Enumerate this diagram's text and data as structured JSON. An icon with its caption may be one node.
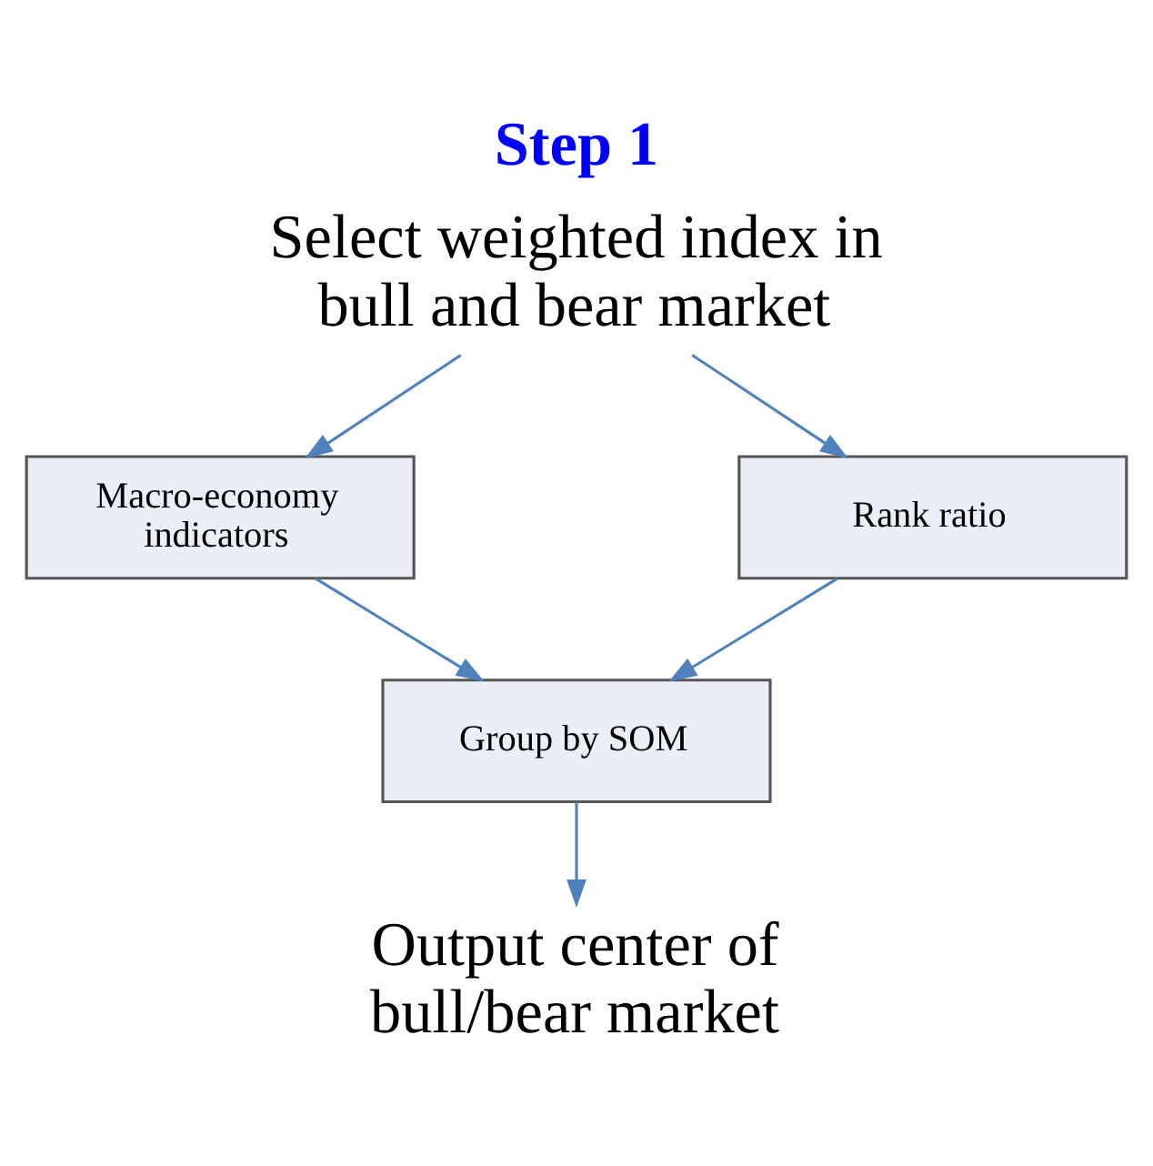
{
  "diagram": {
    "title": "Step 1",
    "nodes": [
      {
        "text": [
          "Select weighted index in bull and bear market"
        ]
      },
      {
        "text": [
          "Macro-economy indicators"
        ]
      },
      {
        "text": [
          "Rank ratio"
        ]
      },
      {
        "text": [
          "Group by SOM"
        ]
      },
      {
        "text": [
          "Output center of bull/bear market"
        ]
      }
    ],
    "edges": [
      {
        "from": 0,
        "to": 1,
        "arrow": "to"
      },
      {
        "from": 0,
        "to": 2,
        "arrow": "to"
      },
      {
        "from": 1,
        "to": 3,
        "arrow": "to"
      },
      {
        "from": 2,
        "to": 3,
        "arrow": "to"
      },
      {
        "from": 3,
        "to": 4,
        "arrow": "to"
      }
    ]
  }
}
